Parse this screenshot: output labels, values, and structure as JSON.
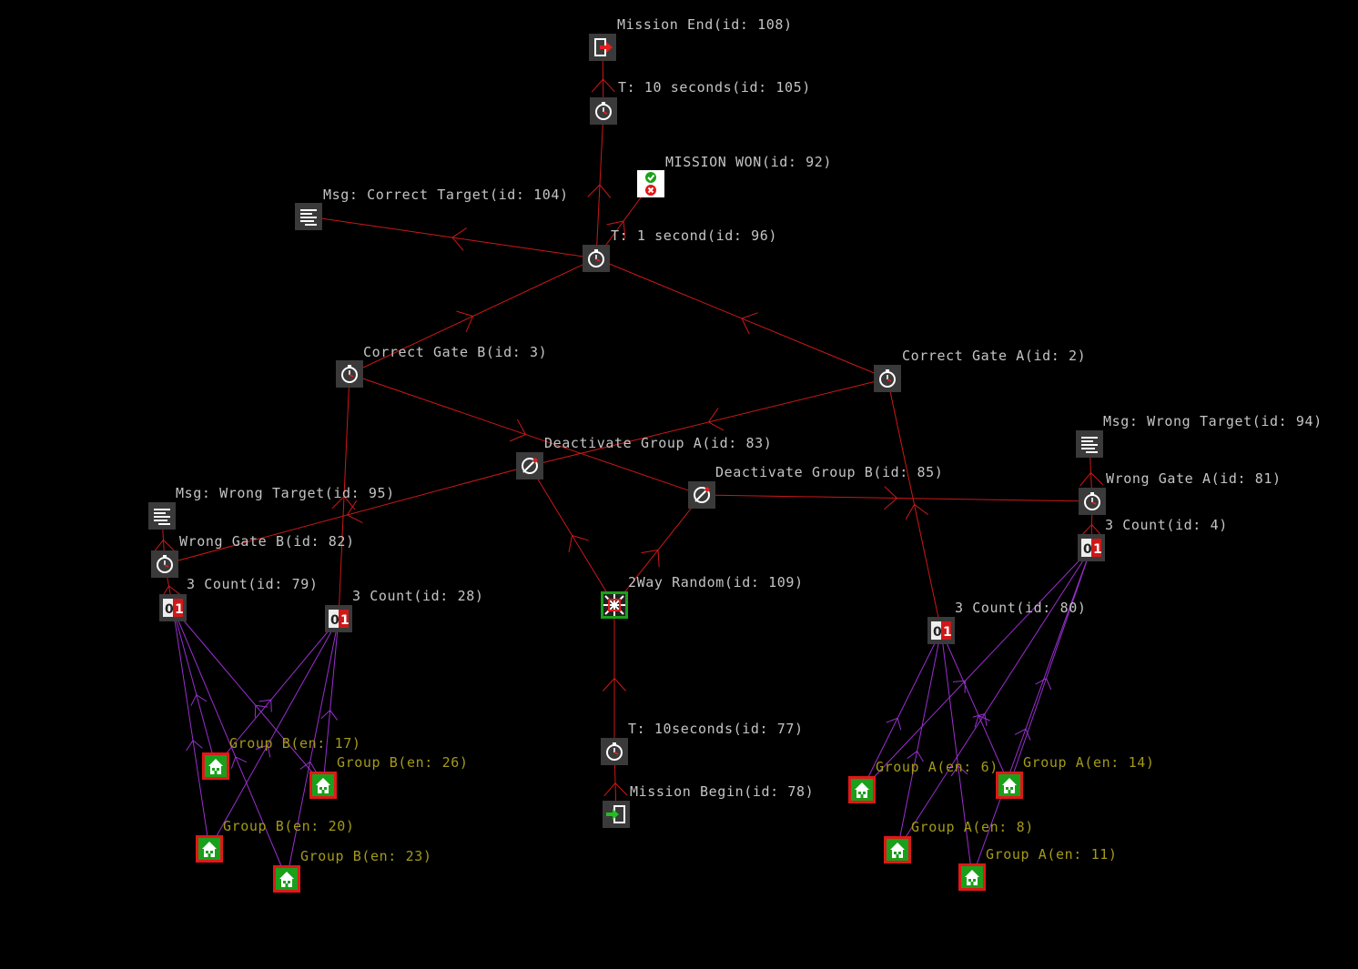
{
  "diagram": {
    "colors": {
      "background": "#000000",
      "logic_edge": "#cc1818",
      "group_edge": "#9a2fd0",
      "label": "#c4c4c4",
      "group_label": "#a49a18",
      "icon_bg": "#3a3a3a",
      "group_fill": "#1aa01a",
      "group_border": "#e01818"
    },
    "nodes": [
      {
        "id": "mission_end",
        "icon": "exit-icon",
        "label": "Mission End(id: 108)"
      },
      {
        "id": "t10_105",
        "icon": "timer-icon",
        "label": "T: 10 seconds(id: 105)"
      },
      {
        "id": "mission_won",
        "icon": "win-lose-icon",
        "label": "MISSION WON(id: 92)"
      },
      {
        "id": "msg_correct",
        "icon": "message-icon",
        "label": "Msg:  Correct Target(id: 104)"
      },
      {
        "id": "t1_96",
        "icon": "timer-icon",
        "label": "T: 1 second(id: 96)"
      },
      {
        "id": "correct_b",
        "icon": "timer-icon",
        "label": "Correct Gate B(id: 3)"
      },
      {
        "id": "correct_a",
        "icon": "timer-icon",
        "label": "Correct Gate A(id: 2)"
      },
      {
        "id": "deact_a",
        "icon": "deactivate-icon",
        "label": "Deactivate Group A(id: 83)"
      },
      {
        "id": "deact_b",
        "icon": "deactivate-icon",
        "label": "Deactivate Group B(id: 85)"
      },
      {
        "id": "msg_wrong_94",
        "icon": "message-icon",
        "label": "Msg:  Wrong Target(id: 94)"
      },
      {
        "id": "wrong_a",
        "icon": "timer-icon",
        "label": "Wrong Gate A(id: 81)"
      },
      {
        "id": "count_4",
        "icon": "counter-icon",
        "label": "3 Count(id: 4)"
      },
      {
        "id": "msg_wrong_95",
        "icon": "message-icon",
        "label": "Msg:  Wrong Target(id: 95)"
      },
      {
        "id": "wrong_b",
        "icon": "timer-icon",
        "label": "Wrong Gate B(id: 82)"
      },
      {
        "id": "count_79",
        "icon": "counter-icon",
        "label": "3 Count(id: 79)"
      },
      {
        "id": "count_28",
        "icon": "counter-icon",
        "label": "3 Count(id: 28)"
      },
      {
        "id": "random_109",
        "icon": "random-icon",
        "label": "2Way Random(id: 109)"
      },
      {
        "id": "count_80",
        "icon": "counter-icon",
        "label": "3 Count(id: 80)"
      },
      {
        "id": "t10_77",
        "icon": "timer-icon",
        "label": "T: 10seconds(id: 77)"
      },
      {
        "id": "mission_begin",
        "icon": "enter-icon",
        "label": "Mission Begin(id: 78)"
      },
      {
        "id": "gb17",
        "icon": "house-icon",
        "label": "Group B(en: 17)",
        "group": true
      },
      {
        "id": "gb26",
        "icon": "house-icon",
        "label": "Group B(en: 26)",
        "group": true
      },
      {
        "id": "gb20",
        "icon": "house-icon",
        "label": "Group B(en: 20)",
        "group": true
      },
      {
        "id": "gb23",
        "icon": "house-icon",
        "label": "Group B(en: 23)",
        "group": true
      },
      {
        "id": "ga6",
        "icon": "house-icon",
        "label": "Group A(en: 6)",
        "group": true
      },
      {
        "id": "ga14",
        "icon": "house-icon",
        "label": "Group A(en: 14)",
        "group": true
      },
      {
        "id": "ga8",
        "icon": "house-icon",
        "label": "Group A(en: 8)",
        "group": true
      },
      {
        "id": "ga11",
        "icon": "house-icon",
        "label": "Group A(en: 11)",
        "group": true
      }
    ],
    "edges": [
      {
        "from": "t10_105",
        "to": "mission_end",
        "kind": "logic"
      },
      {
        "from": "t1_96",
        "to": "t10_105",
        "kind": "logic"
      },
      {
        "from": "t1_96",
        "to": "mission_won",
        "kind": "logic"
      },
      {
        "from": "t1_96",
        "to": "msg_correct",
        "kind": "logic"
      },
      {
        "from": "correct_b",
        "to": "t1_96",
        "kind": "logic"
      },
      {
        "from": "correct_a",
        "to": "t1_96",
        "kind": "logic"
      },
      {
        "from": "count_28",
        "to": "correct_b",
        "kind": "logic"
      },
      {
        "from": "count_80",
        "to": "correct_a",
        "kind": "logic"
      },
      {
        "from": "correct_b",
        "to": "deact_b",
        "kind": "logic"
      },
      {
        "from": "correct_a",
        "to": "deact_a",
        "kind": "logic"
      },
      {
        "from": "deact_b",
        "to": "wrong_a",
        "kind": "logic"
      },
      {
        "from": "deact_a",
        "to": "wrong_b",
        "kind": "logic"
      },
      {
        "from": "random_109",
        "to": "deact_a",
        "kind": "logic"
      },
      {
        "from": "random_109",
        "to": "deact_b",
        "kind": "logic"
      },
      {
        "from": "t10_77",
        "to": "random_109",
        "kind": "logic"
      },
      {
        "from": "mission_begin",
        "to": "t10_77",
        "kind": "logic"
      },
      {
        "from": "wrong_a",
        "to": "msg_wrong_94",
        "kind": "logic"
      },
      {
        "from": "count_4",
        "to": "wrong_a",
        "kind": "logic"
      },
      {
        "from": "wrong_b",
        "to": "msg_wrong_95",
        "kind": "logic"
      },
      {
        "from": "count_79",
        "to": "wrong_b",
        "kind": "logic"
      },
      {
        "from": "gb17",
        "to": "count_79",
        "kind": "group"
      },
      {
        "from": "gb26",
        "to": "count_79",
        "kind": "group"
      },
      {
        "from": "gb20",
        "to": "count_79",
        "kind": "group"
      },
      {
        "from": "gb23",
        "to": "count_79",
        "kind": "group"
      },
      {
        "from": "gb17",
        "to": "count_28",
        "kind": "group"
      },
      {
        "from": "gb26",
        "to": "count_28",
        "kind": "group"
      },
      {
        "from": "gb20",
        "to": "count_28",
        "kind": "group"
      },
      {
        "from": "gb23",
        "to": "count_28",
        "kind": "group"
      },
      {
        "from": "ga6",
        "to": "count_80",
        "kind": "group"
      },
      {
        "from": "ga14",
        "to": "count_80",
        "kind": "group"
      },
      {
        "from": "ga8",
        "to": "count_80",
        "kind": "group"
      },
      {
        "from": "ga11",
        "to": "count_80",
        "kind": "group"
      },
      {
        "from": "ga6",
        "to": "count_4",
        "kind": "group"
      },
      {
        "from": "ga14",
        "to": "count_4",
        "kind": "group"
      },
      {
        "from": "ga8",
        "to": "count_4",
        "kind": "group"
      },
      {
        "from": "ga11",
        "to": "count_4",
        "kind": "group"
      }
    ]
  }
}
